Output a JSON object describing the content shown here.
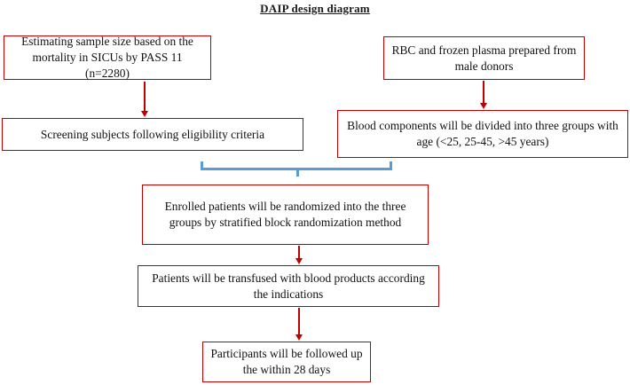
{
  "title": "DAIP design diagram",
  "colors": {
    "box_border": "#c00000",
    "arrow": "#c00000",
    "bracket": "#5b9bd5",
    "text": "#111111",
    "background": "#ffffff"
  },
  "nodes": {
    "sample_size": "Estimating sample size based on the mortality in SICUs by PASS 11 (n=2280)",
    "rbc_plasma": "RBC and frozen plasma prepared from male donors",
    "screening": "Screening subjects following eligibility criteria",
    "blood_groups": "Blood components will be divided into three groups with age (<25, 25-45, >45 years)",
    "randomization": "Enrolled patients will be randomized into the three groups by stratified block randomization method",
    "transfusion": "Patients will be transfused with blood products according the indications",
    "followup": "Participants will be followed up the within 28 days"
  },
  "connectors": [
    {
      "name": "sample-size-to-screening",
      "type": "arrow-down",
      "color": "#c00000"
    },
    {
      "name": "rbc-plasma-to-blood-groups",
      "type": "arrow-down",
      "color": "#c00000"
    },
    {
      "name": "screening-and-blood-groups-merge",
      "type": "merge-bracket",
      "color": "#5b9bd5"
    },
    {
      "name": "randomization-to-transfusion",
      "type": "arrow-down",
      "color": "#c00000"
    },
    {
      "name": "transfusion-to-followup",
      "type": "arrow-down",
      "color": "#c00000"
    }
  ]
}
